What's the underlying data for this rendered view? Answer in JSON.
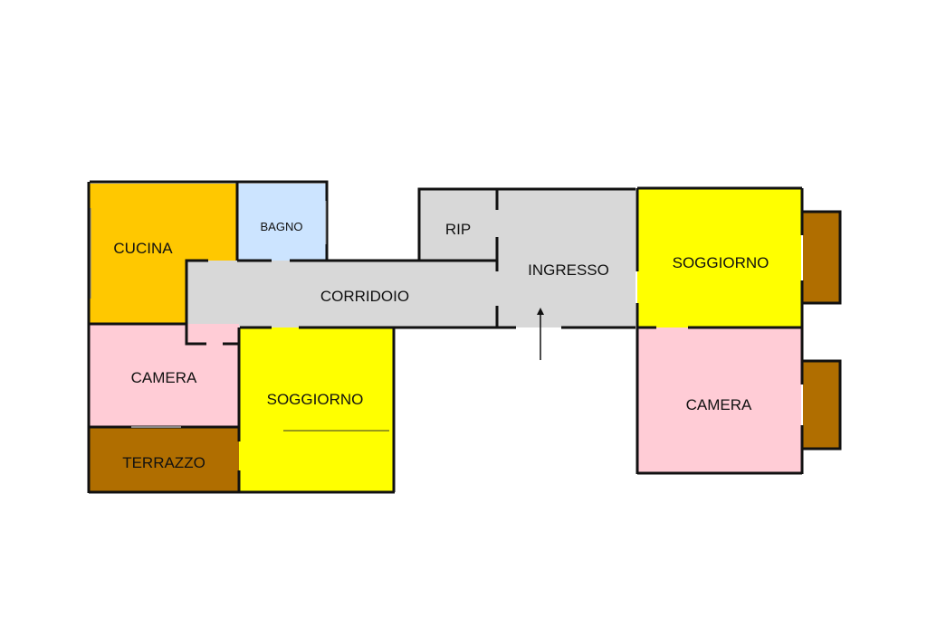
{
  "colors": {
    "cucina": "#FFC800",
    "bagno": "#CCE4FF",
    "corridoio": "#D8D8D8",
    "camera": "#FFCCD6",
    "soggiorno": "#FFFF00",
    "terrazzo": "#B06E00",
    "wall": "#111111"
  },
  "rooms": {
    "cucina": "CUCINA",
    "bagno": "BAGNO",
    "corridoio": "CORRIDOIO",
    "rip": "RIP",
    "ingresso": "INGRESSO",
    "soggiorno_right": "SOGGIORNO",
    "camera_left": "CAMERA",
    "soggiorno_left": "SOGGIORNO",
    "terrazzo": "TERRAZZO",
    "camera_right": "CAMERA"
  },
  "entrance_arrow_icon": "up-arrow-icon"
}
